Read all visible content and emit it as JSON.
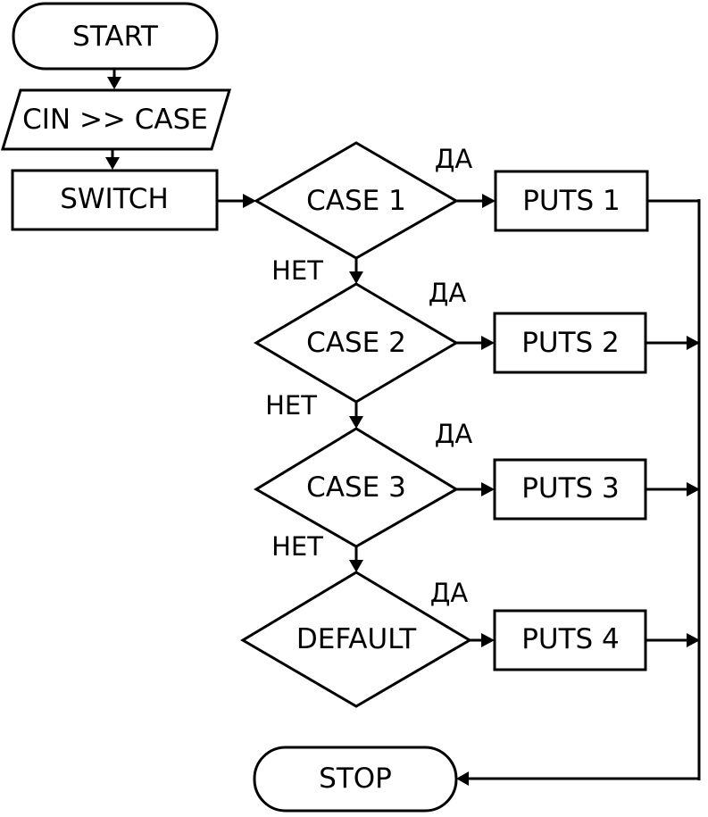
{
  "nodes": {
    "start": "START",
    "input": "CIN >> CASE",
    "switch": "SWITCH",
    "case1": "CASE 1",
    "case2": "CASE 2",
    "case3": "CASE 3",
    "default": "DEFAULT",
    "puts1": "PUTS 1",
    "puts2": "PUTS 2",
    "puts3": "PUTS 3",
    "puts4": "PUTS 4",
    "stop": "STOP"
  },
  "edges": {
    "yes1": "ДА",
    "yes2": "ДА",
    "yes3": "ДА",
    "yes4": "ДА",
    "no1": "НЕТ",
    "no2": "НЕТ",
    "no3": "НЕТ"
  }
}
